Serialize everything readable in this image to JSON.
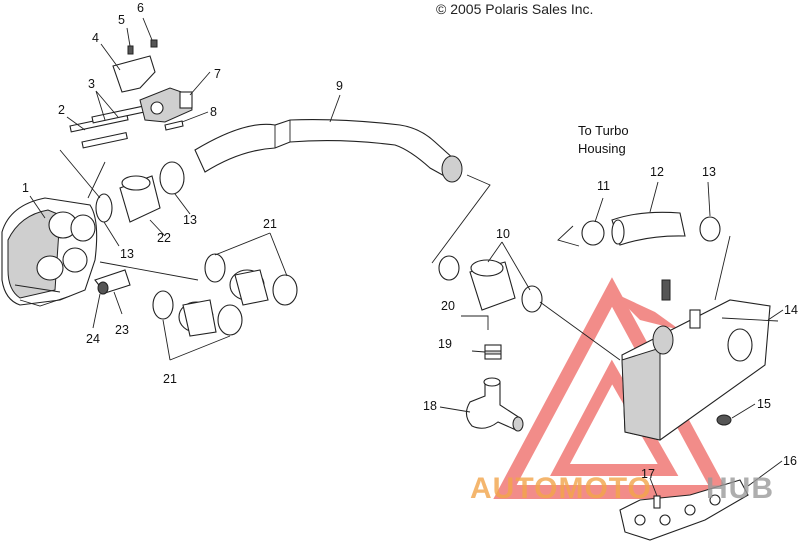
{
  "copyright": "© 2005 Polaris Sales Inc.",
  "note": [
    "To Turbo",
    "Housing"
  ],
  "callouts": [
    "1",
    "2",
    "3",
    "4",
    "5",
    "6",
    "7",
    "8",
    "9",
    "10",
    "11",
    "12",
    "13",
    "13",
    "13",
    "14",
    "15",
    "16",
    "17",
    "18",
    "19",
    "20",
    "21",
    "21",
    "22",
    "23",
    "24"
  ],
  "watermark": {
    "part1": "AUTOMOTO",
    "part2": "HUB",
    "color_orange": "#f2a54a",
    "color_grey": "#9a9a9a",
    "logo_color": "#e8302a"
  }
}
